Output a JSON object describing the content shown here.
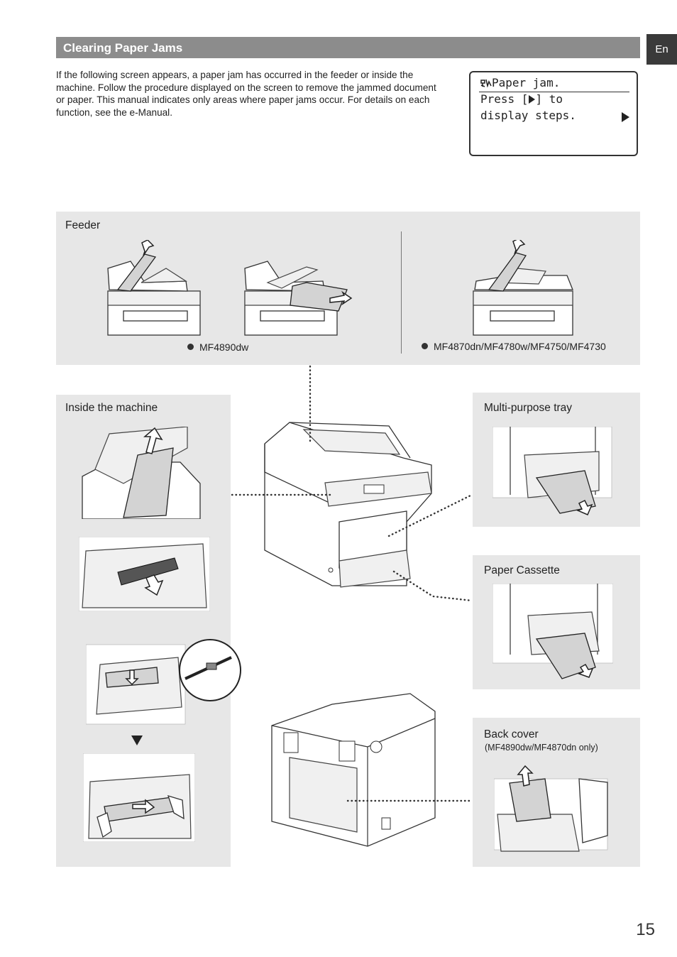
{
  "header": {
    "title": "Clearing Paper Jams",
    "lang_tab": "En"
  },
  "intro": {
    "text": "If the following screen appears, a paper jam has occurred in the feeder or inside the machine. Follow the procedure displayed on the screen to remove the jammed document or paper. This manual indicates only areas where paper jams occur. For details on each function, see the e-Manual."
  },
  "lcd": {
    "line1": "Paper jam.",
    "line2a": "Press [",
    "line2b": "] to",
    "line3": "display steps."
  },
  "feeder": {
    "label": "Feeder",
    "caption_left": "MF4890dw",
    "caption_right": "MF4870dn/MF4780w/MF4750/MF4730"
  },
  "inside": {
    "label": "Inside the machine"
  },
  "mp_tray": {
    "label": "Multi-purpose tray"
  },
  "cassette": {
    "label": "Paper Cassette"
  },
  "back_cover": {
    "label": "Back cover",
    "note": "(MF4890dw/MF4870dn only)"
  },
  "page_number": "15",
  "icons": [
    "paper-jam-icon",
    "right-triangle-icon",
    "down-triangle-icon",
    "bullet-icon"
  ]
}
